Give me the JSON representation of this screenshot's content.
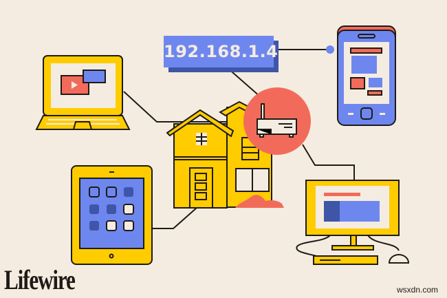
{
  "illustration": {
    "ip_address_label": "192.168.1.4",
    "devices": [
      {
        "name": "laptop",
        "screen_content": "video-player-with-window"
      },
      {
        "name": "smartphone",
        "screen_content": "app-layout"
      },
      {
        "name": "tablet",
        "screen_content": "app-icon-grid"
      },
      {
        "name": "desktop-computer",
        "screen_content": "web-page"
      },
      {
        "name": "router",
        "location": "center-red-circle"
      },
      {
        "name": "house",
        "location": "center"
      }
    ]
  },
  "branding": {
    "logo_text": "Lifewire",
    "watermark": "wsxdn.com"
  },
  "colors": {
    "background": "#f4ece0",
    "yellow": "#ffcc00",
    "blue": "#6e87ef",
    "dark_blue": "#3f55a8",
    "coral": "#f26b5a",
    "outline": "#1f1a17",
    "cream": "#f4ece0"
  }
}
